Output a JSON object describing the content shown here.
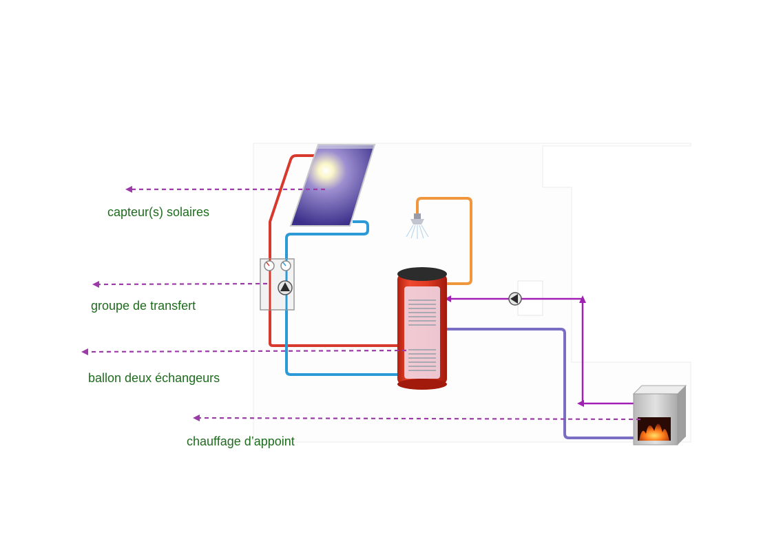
{
  "labels": {
    "collector": "capteur(s) solaires",
    "transfer_group": "groupe de transfert",
    "tank": "ballon deux échangeurs",
    "backup_heating": "chauffage d’appoint"
  },
  "colors": {
    "label_text": "#1e6b1e",
    "pointer_arrow": "#9c3aa8",
    "hot_pipe": "#d8392f",
    "cold_pipe": "#2b9ad6",
    "dhw_pipe": "#f0963c",
    "backup_flow": "#a020b4",
    "backup_return": "#7a6ec4",
    "tank_body": "#e23b26",
    "collector": "#4a3fa0",
    "boiler_casing": "#cfcfcf",
    "flame": "#ff5a10"
  },
  "icons": [
    "solar-collector-icon",
    "pump-icon",
    "pressure-gauge-icon",
    "shower-head-icon",
    "water-tank-icon",
    "heat-exchanger-coil-icon",
    "boiler-icon",
    "flame-icon"
  ]
}
